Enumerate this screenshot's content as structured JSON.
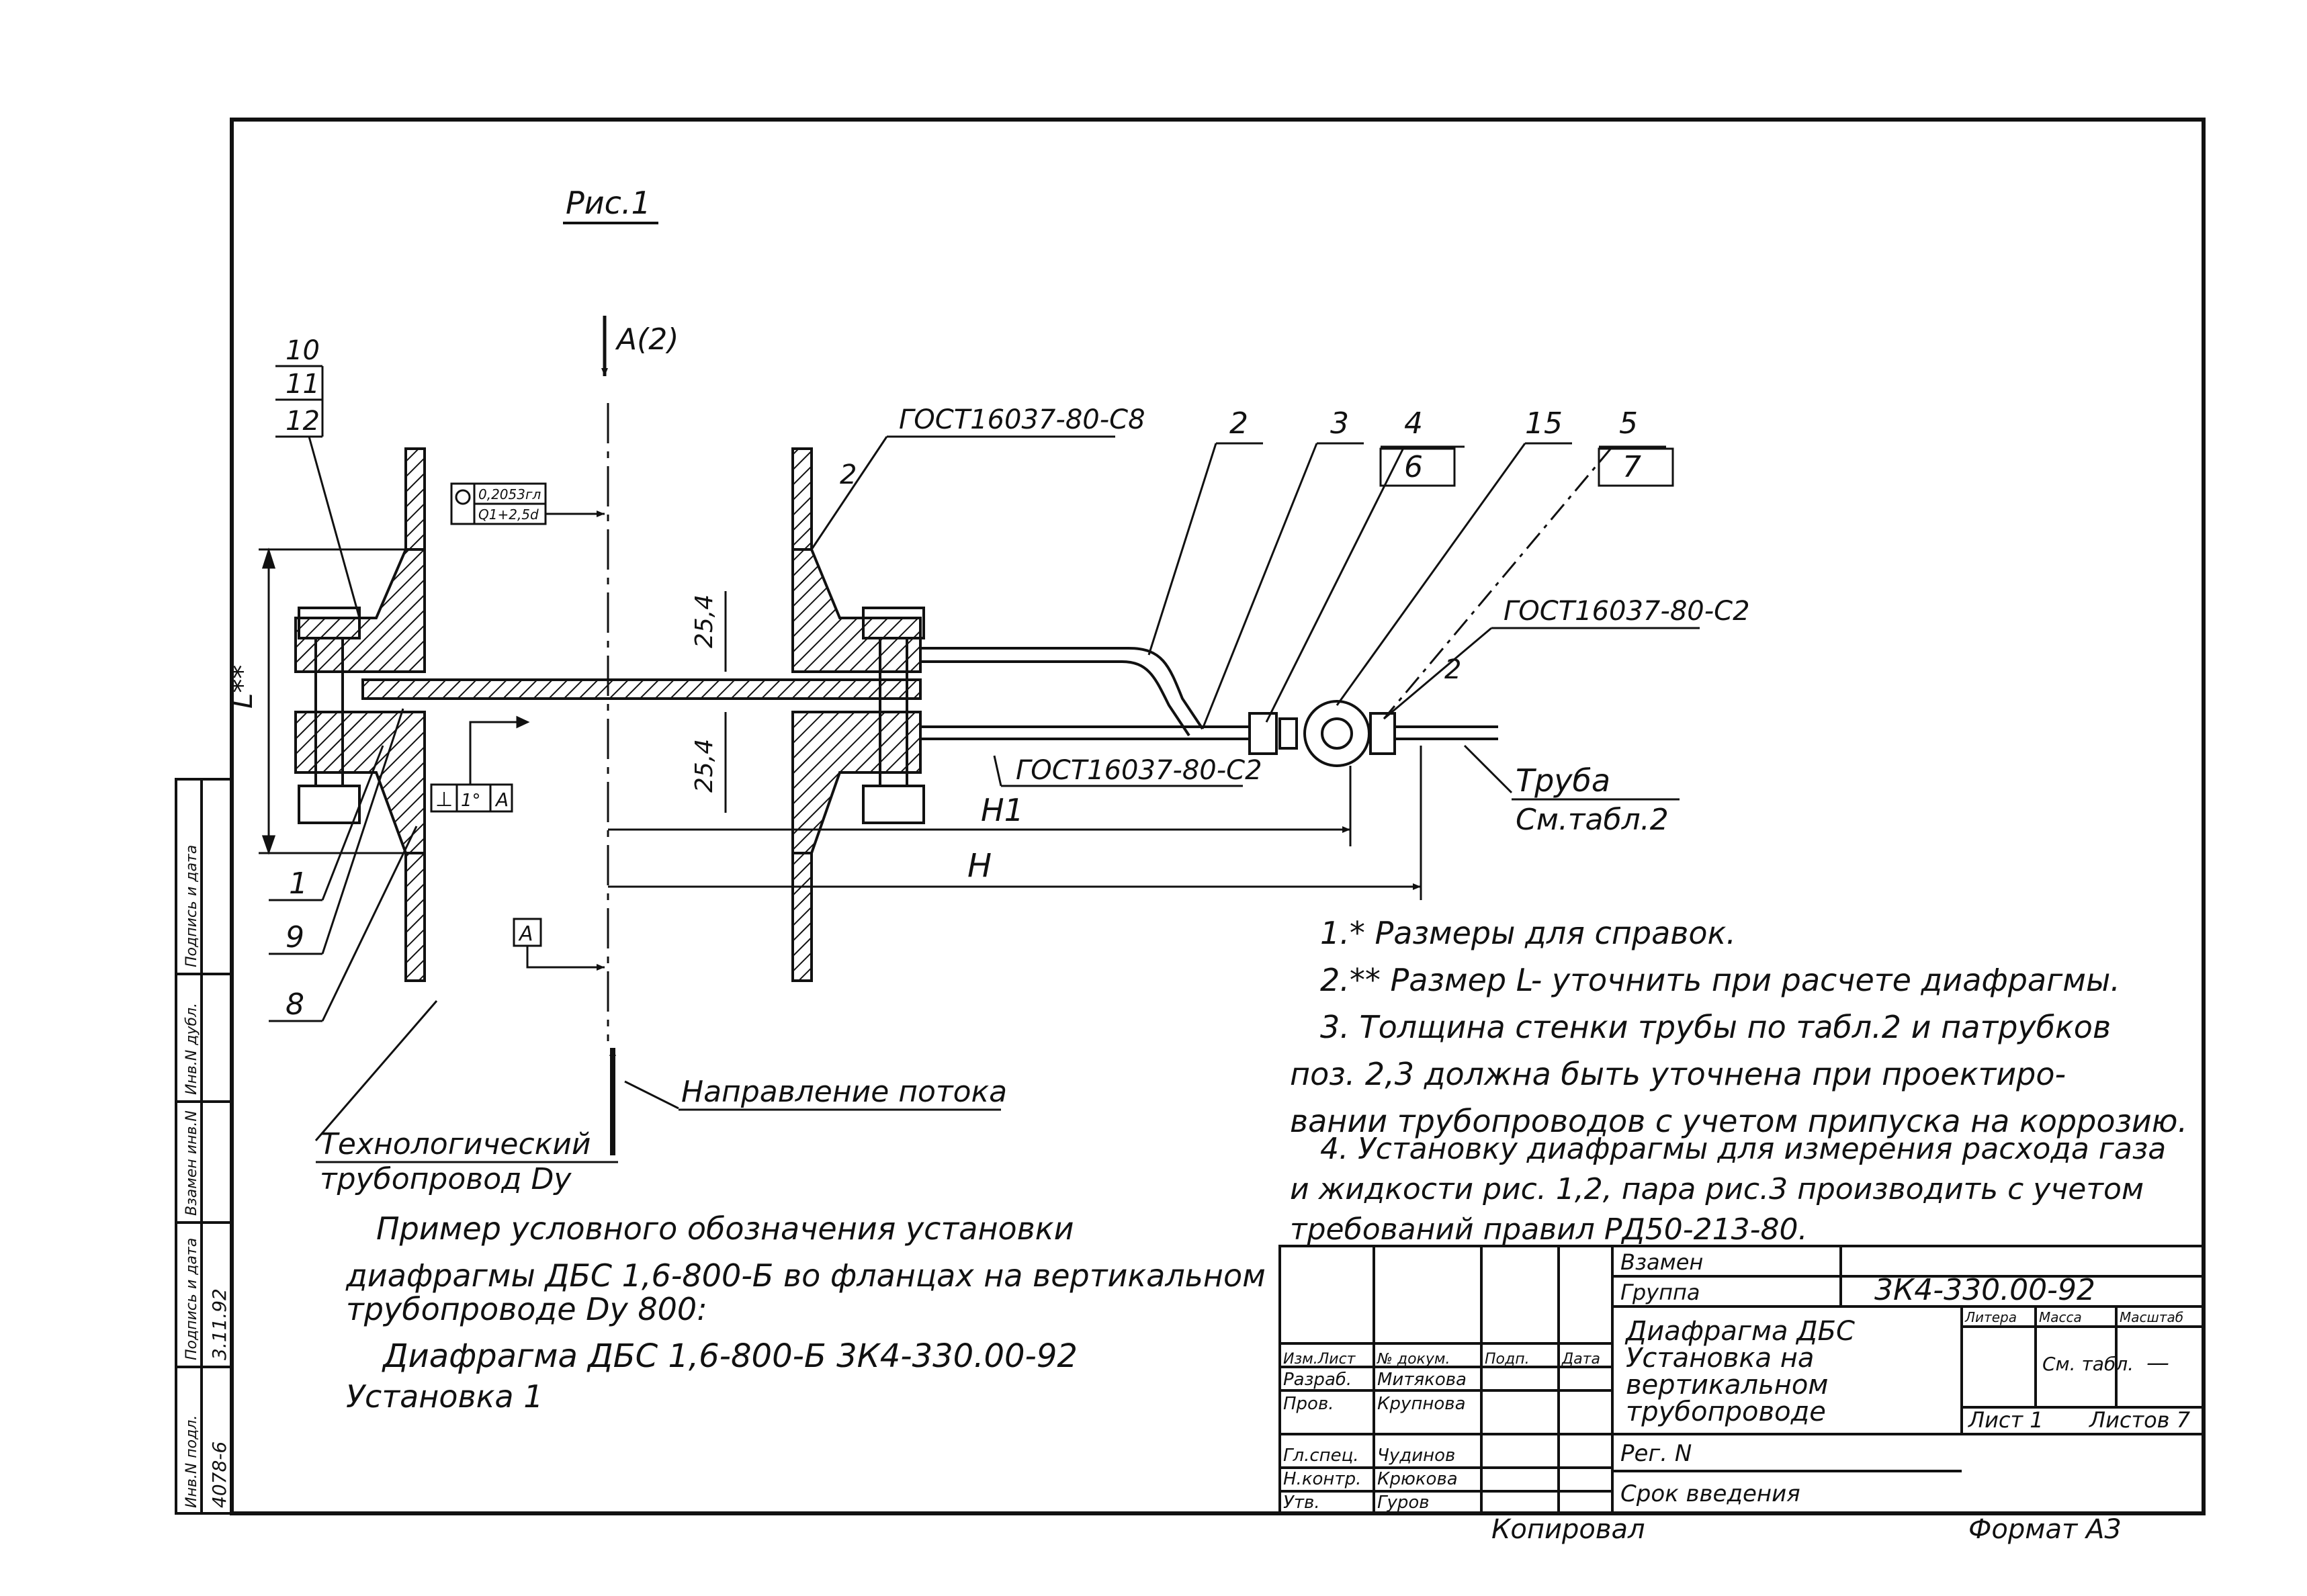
{
  "figure_label": "Рис.1",
  "section_mark": "A(2)",
  "section_ref": "A",
  "weld_callouts": {
    "top": "ГОСТ16037-80-С8",
    "right": "ГОСТ16037-80-С2",
    "bottom": "ГОСТ16037-80-С2"
  },
  "position_numbers": {
    "p10": "10",
    "p11": "11",
    "p12": "12",
    "p2": "2",
    "p3": "3",
    "p4": "4",
    "p6": "6",
    "p15": "15",
    "p5": "5",
    "p7": "7",
    "p1": "1",
    "p9": "9",
    "p8": "8"
  },
  "weld_sizes": {
    "w1": "2",
    "w2": "2"
  },
  "dimensions": {
    "upper": "25,4",
    "lower": "25,4",
    "H1": "H1",
    "H": "H",
    "L": "L**"
  },
  "tolerances": {
    "round_line1": "0,2053гл",
    "round_line2": "Q1+2,5d",
    "perp": "⊥",
    "perp_value": "1°",
    "perp_datum": "A"
  },
  "pipe_label": {
    "line1": "Труба",
    "line2": "См.табл.2"
  },
  "flow_label": "Направление потока",
  "process_pipe_label": {
    "line1": "Технологический",
    "line2": "трубопровод Dy"
  },
  "notes": [
    "1.* Размеры для справок.",
    "2.** Размер L- уточнить при расчете диафрагмы.",
    "3. Толщина стенки трубы по табл.2 и патрубков",
    "поз. 2,3 должна быть уточнена при проектиро-",
    "вании трубопроводов с учетом припуска на коррозию.",
    "4. Установку диафрагмы для измерения расхода газа",
    "и жидкости рис. 1,2, пара рис.3 производить с учетом",
    "требований правил РД50-213-80."
  ],
  "example": [
    "Пример условного обозначения установки",
    "диафрагмы ДБС 1,6-800-Б во фланцах на вертикальном",
    "трубопроводе Dy 800:",
    "Диафрагма ДБС 1,6-800-Б  3К4-330.00-92",
    "Установка 1"
  ],
  "title_block": {
    "replaces": "Взамен",
    "group": "Группа",
    "doc_number": "3К4-330.00-92",
    "title_lines": [
      "Диафрагма ДБС",
      "Установка на",
      "вертикальном",
      "трубопроводе"
    ],
    "header_cols": [
      "Изм.Лист",
      "№ докум.",
      "Подп.",
      "Дата"
    ],
    "roles": [
      {
        "role": "Разраб.",
        "name": "Митякова"
      },
      {
        "role": "Пров.",
        "name": "Крупнова"
      },
      {
        "role": "Гл.спец.",
        "name": "Чудинов"
      },
      {
        "role": "Н.контр.",
        "name": "Крюкова"
      },
      {
        "role": "Утв.",
        "name": "Гуров"
      }
    ],
    "stage_header": "Литера",
    "mass_header": "Масса",
    "scale_header": "Масштаб",
    "mass_value": "См. табл.",
    "scale_value": "—",
    "sheet": "Лист 1",
    "sheets": "Листов 7",
    "reg": "Рег. N",
    "intro_date": "Срок введения",
    "copied": "Копировал",
    "format": "Формат А3"
  },
  "side_stamp": {
    "labels": [
      "Инв.N подл.",
      "Подпись и дата",
      "Взамен инв.N",
      "Инв.N дубл.",
      "Подпись и дата"
    ],
    "inv_value": "4078-6",
    "date_value": "3.11.92"
  }
}
